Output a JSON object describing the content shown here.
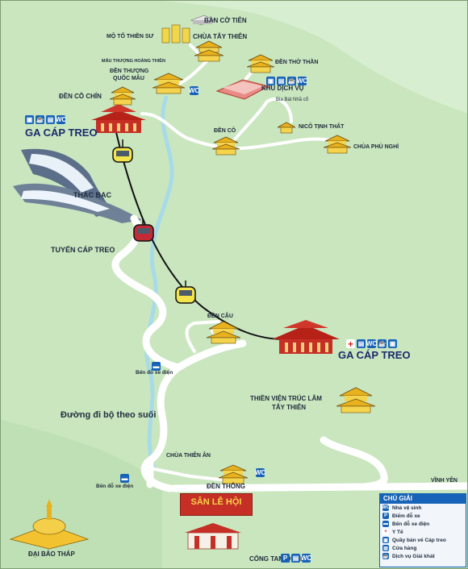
{
  "labels": {
    "ban_co_tien": "BÀN CỜ TIÊN",
    "mo_to_thien_su": "MỘ TỔ THIỀN SƯ",
    "chua_tay_thien": "CHÙA TÂY THIÊN",
    "mau_thuong_hoang_thien": "MẪU THƯỢNG HOÀNG THIÊN",
    "den_tho_than": "ĐỀN THỜ THẦN",
    "den_thuong_line1": "ĐỀN THƯỢNG",
    "den_thuong_line2": "QUỐC MẪU",
    "khu_dich_vu": "KHU DỊCH VỤ",
    "bia_bat_nha_co": "Bia Bát Nhã cổ",
    "den_co_chin": "ĐỀN CÔ CHÍN",
    "ga_cap_treo_top": "GA CÁP TREO",
    "den_co": "ĐỀN CÔ",
    "nico_tinh_that": "NICÔ TỊNH THẤT",
    "chua_phu_nghi": "CHÙA PHÙ NGHÌ",
    "thac_bac": "THÁC BẠC",
    "tuyen_cap_treo": "TUYẾN CÁP TREO",
    "den_cau": "ĐỀN CẬU",
    "ga_cap_treo_bottom": "GA CÁP TREO",
    "ben_do_xe_dien_1": "Bến đỗ xe điện",
    "duong_di_bo": "Đường đi bộ theo suối",
    "thien_vien_line1": "THIỀN VIỆN TRÚC LÂM",
    "thien_vien_line2": "TÂY THIÊN",
    "chua_thien_an": "CHÙA THIÊN ÂN",
    "ben_do_xe_dien_2": "Bến đỗ xe điện",
    "den_thong": "ĐỀN THÔNG",
    "vinh_yen": "VĨNH YÊN",
    "san_le_hoi": "SÂN LỄ HỘI",
    "cong_tam_quan": "CỔNG TAM QUAN",
    "dai_bao_thap": "ĐẠI BẢO THÁP"
  },
  "legend": {
    "title": "CHÚ GIẢI",
    "items": [
      {
        "glyph": "WC",
        "label": "Nhà vệ sinh"
      },
      {
        "glyph": "P",
        "label": "Điểm đỗ xe"
      },
      {
        "glyph": "▬",
        "label": "Bến đỗ xe điện"
      },
      {
        "glyph": "+",
        "label": "Y Tế"
      },
      {
        "glyph": "▣",
        "label": "Quầy bán vé Cáp treo"
      },
      {
        "glyph": "▤",
        "label": "Cửa hàng"
      },
      {
        "glyph": "☕",
        "label": "Dịch vụ Giải khát"
      }
    ]
  },
  "icons": {
    "p": "P",
    "wc": "WC",
    "shop": "▤",
    "ticket": "▣",
    "cafe": "☕",
    "bus": "▬",
    "medical": "+"
  },
  "colors": {
    "terrain": "#c9e6bf",
    "road": "#ffffff",
    "river": "#a8dbe8",
    "temple_roof": "#e8b21e",
    "station_red": "#c62f26",
    "cable": "#111111",
    "service_blue": "#1763b8"
  }
}
